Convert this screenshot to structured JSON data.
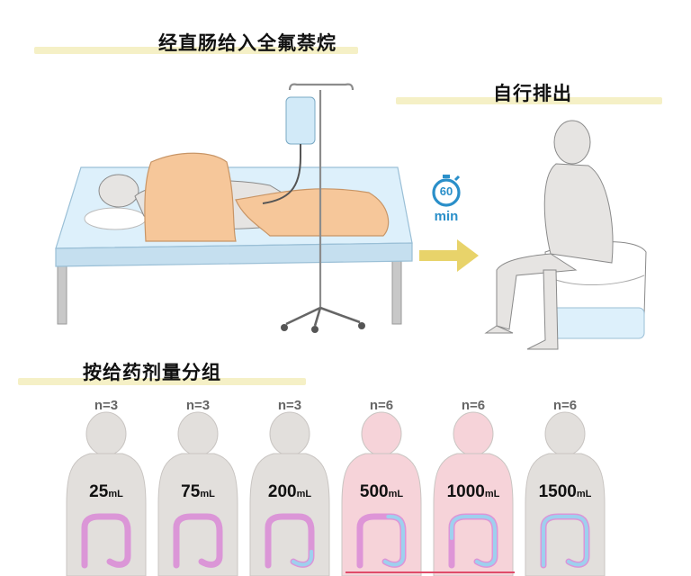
{
  "titles": {
    "rectal_infusion": "经直肠给入全氟萘烷",
    "self_excretion": "自行排出",
    "grouping": "按给药剂量分组"
  },
  "timer": {
    "value": "60",
    "unit": "min"
  },
  "groups": [
    {
      "n": "n=3",
      "dose": "25",
      "unit": "mL",
      "color": "#e2dfdc"
    },
    {
      "n": "n=3",
      "dose": "75",
      "unit": "mL",
      "color": "#e2dfdc"
    },
    {
      "n": "n=3",
      "dose": "200",
      "unit": "mL",
      "color": "#e2dfdc"
    },
    {
      "n": "n=6",
      "dose": "500",
      "unit": "mL",
      "color": "#f6d3d9"
    },
    {
      "n": "n=6",
      "dose": "1000",
      "unit": "mL",
      "color": "#f6d3d9"
    },
    {
      "n": "n=6",
      "dose": "1500",
      "unit": "mL",
      "color": "#e2dfdc"
    }
  ],
  "colors": {
    "highlight": "#f5f0c6",
    "timer_blue": "#2a8fc9",
    "arrow_yellow": "#e8d36a",
    "drape": "#f6c79a",
    "colon_outline": "#d98ad6",
    "fluid_blue": "#9ed0ee",
    "bracket": "#e04c6a"
  }
}
